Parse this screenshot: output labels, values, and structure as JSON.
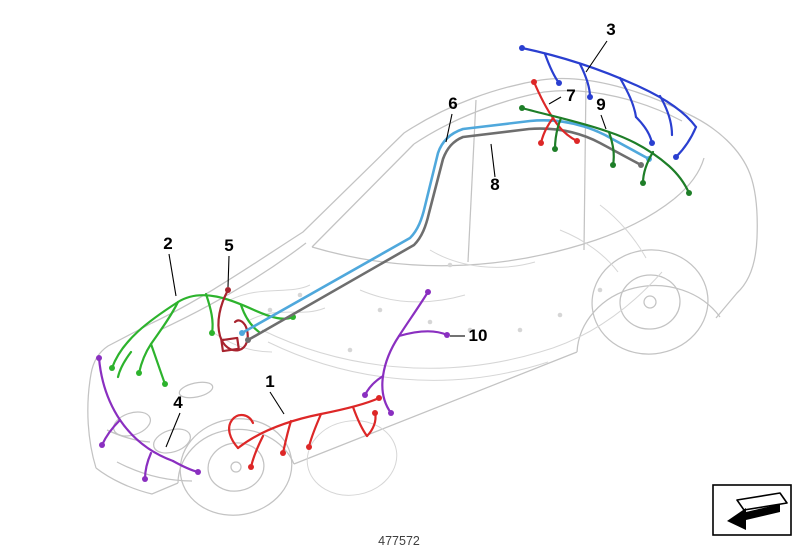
{
  "diagram": {
    "part_number": "477572",
    "callout_labels": [
      "1",
      "2",
      "3",
      "4",
      "5",
      "6",
      "7",
      "8",
      "9",
      "10"
    ],
    "colors": {
      "outline": "#c3c3c3",
      "detail": "#d6d6d6",
      "red": "#dd2727",
      "green": "#2db32d",
      "dark_green": "#1e7e28",
      "blue": "#2a3fd0",
      "light_blue": "#4fa8dc",
      "purple": "#8a2fc0",
      "dark_red": "#a8232e",
      "gray": "#6e6e6e"
    },
    "icons": {
      "footer": "direction-arrow-icon"
    }
  }
}
